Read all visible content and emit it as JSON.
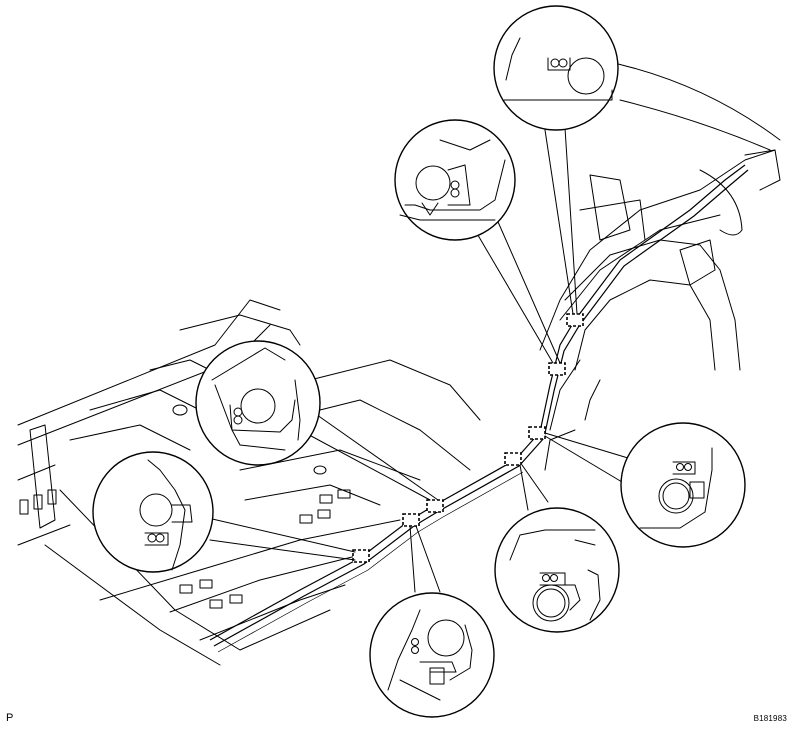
{
  "labels": {
    "corner_code": "P",
    "figure_id": "B181983"
  },
  "callouts": [
    {
      "name": "top-clip-detail"
    },
    {
      "name": "upper-left-clip-detail"
    },
    {
      "name": "mid-left-clip-detail"
    },
    {
      "name": "left-clip-detail"
    },
    {
      "name": "bottom-clip-detail"
    },
    {
      "name": "lower-right-clip-detail"
    },
    {
      "name": "right-clip-detail"
    }
  ]
}
